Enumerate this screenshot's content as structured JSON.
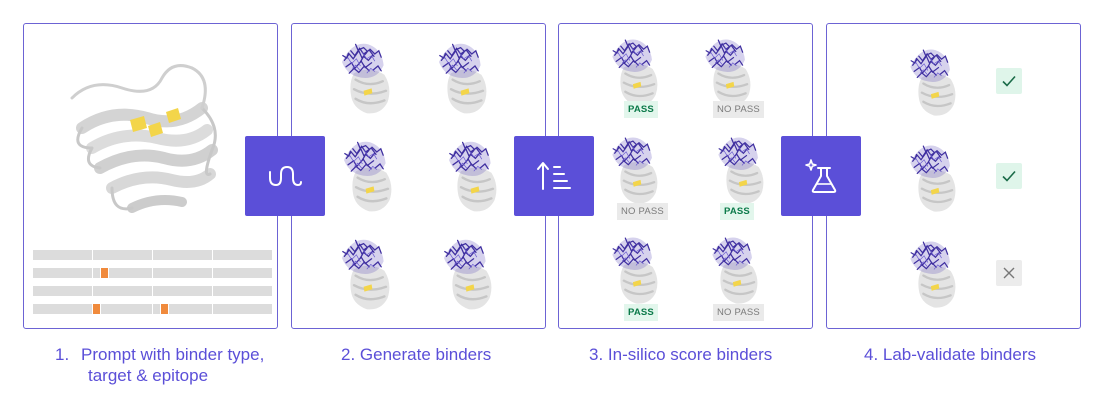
{
  "steps": [
    {
      "caption_num": "1.",
      "caption_line1": "Prompt with binder type,",
      "caption_line2": "target & epitope",
      "icon": "target-structure"
    },
    {
      "caption": "2. Generate binders",
      "icon": "generate-wave-icon"
    },
    {
      "caption": "3. In-silico score binders",
      "icon": "sort-ranking-icon"
    },
    {
      "caption": "4. Lab-validate binders",
      "icon": "lab-flask-sparkle-icon"
    }
  ],
  "scores": [
    {
      "label": "PASS",
      "status": "pass"
    },
    {
      "label": "NO PASS",
      "status": "fail"
    },
    {
      "label": "NO PASS",
      "status": "fail"
    },
    {
      "label": "PASS",
      "status": "pass"
    },
    {
      "label": "PASS",
      "status": "pass"
    },
    {
      "label": "NO PASS",
      "status": "fail"
    }
  ],
  "validation": [
    {
      "result": "check-icon"
    },
    {
      "result": "check-icon"
    },
    {
      "result": "cross-icon"
    }
  ],
  "colors": {
    "accent": "#5b4fd8",
    "binder": "#4a3aa8",
    "target": "#d0d0d0",
    "epitope": "#f2d43a",
    "pass_bg": "#e2f6ec",
    "pass_text": "#0c7a4a",
    "nopass_bg": "#eaeaea"
  }
}
